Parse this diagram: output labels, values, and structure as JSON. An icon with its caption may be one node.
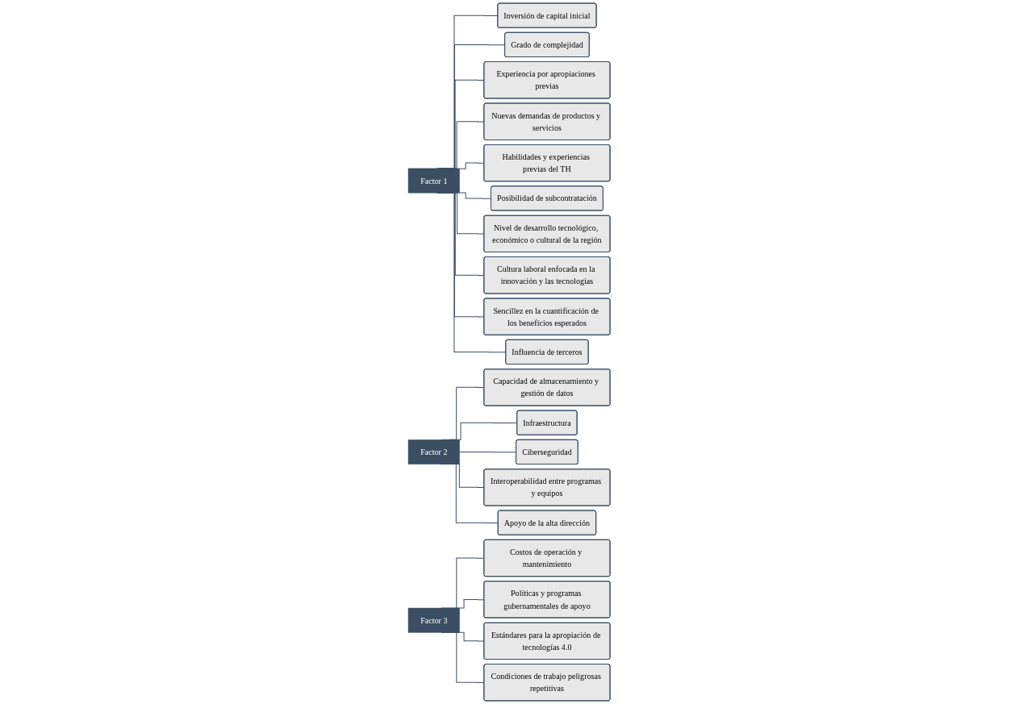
{
  "diagram": {
    "nodes": [
      {
        "text": [
          "Factor 1"
        ]
      },
      {
        "text": [
          "Inversión de capital inicial"
        ]
      },
      {
        "text": [
          "Grado de complejidad"
        ]
      },
      {
        "text": [
          "Experiencia por apropiaciones previas"
        ]
      },
      {
        "text": [
          "Nuevas demandas de productos y servicios"
        ]
      },
      {
        "text": [
          "Habilidades y experiencias previas del TH"
        ]
      },
      {
        "text": [
          "Posibilidad de subcontratación"
        ]
      },
      {
        "text": [
          "Nivel de desarrollo tecnológico, económico o cultural de la región"
        ]
      },
      {
        "text": [
          "Cultura laboral enfocada en la innovación y las tecnologías"
        ]
      },
      {
        "text": [
          "Sencillez en la cuantificación de los beneficios esperados"
        ]
      },
      {
        "text": [
          "Influencia de terceros"
        ]
      },
      {
        "text": [
          "Factor 2"
        ]
      },
      {
        "text": [
          "Capacidad de almacenamiento y gestión de datos"
        ]
      },
      {
        "text": [
          "Infraestructura"
        ]
      },
      {
        "text": [
          "Ciberseguridad"
        ]
      },
      {
        "text": [
          "Interoperabilidad entre programas y equipos"
        ]
      },
      {
        "text": [
          "Apoyo de la alta dirección"
        ]
      },
      {
        "text": [
          "Factor 3"
        ]
      },
      {
        "text": [
          "Costos de operación y mantenimiento"
        ]
      },
      {
        "text": [
          "Políticas y programas gubernamentales de apoyo"
        ]
      },
      {
        "text": [
          "Estándares para la apropiación de tecnologías 4.0"
        ]
      },
      {
        "text": [
          "Condiciones de trabajo peligrosas repetitivas"
        ]
      }
    ],
    "edges": [
      {
        "from": 0,
        "to": 1,
        "arrow": "none"
      },
      {
        "from": 0,
        "to": 2,
        "arrow": "none"
      },
      {
        "from": 0,
        "to": 3,
        "arrow": "none"
      },
      {
        "from": 0,
        "to": 4,
        "arrow": "none"
      },
      {
        "from": 0,
        "to": 5,
        "arrow": "none"
      },
      {
        "from": 0,
        "to": 6,
        "arrow": "none"
      },
      {
        "from": 0,
        "to": 7,
        "arrow": "none"
      },
      {
        "from": 0,
        "to": 8,
        "arrow": "none"
      },
      {
        "from": 0,
        "to": 9,
        "arrow": "none"
      },
      {
        "from": 0,
        "to": 10,
        "arrow": "none"
      },
      {
        "from": 11,
        "to": 12,
        "arrow": "none"
      },
      {
        "from": 11,
        "to": 13,
        "arrow": "none"
      },
      {
        "from": 11,
        "to": 14,
        "arrow": "none"
      },
      {
        "from": 11,
        "to": 15,
        "arrow": "none"
      },
      {
        "from": 11,
        "to": 16,
        "arrow": "none"
      },
      {
        "from": 17,
        "to": 18,
        "arrow": "none"
      },
      {
        "from": 17,
        "to": 19,
        "arrow": "none"
      },
      {
        "from": 17,
        "to": 20,
        "arrow": "none"
      },
      {
        "from": 17,
        "to": 21,
        "arrow": "none"
      }
    ]
  }
}
